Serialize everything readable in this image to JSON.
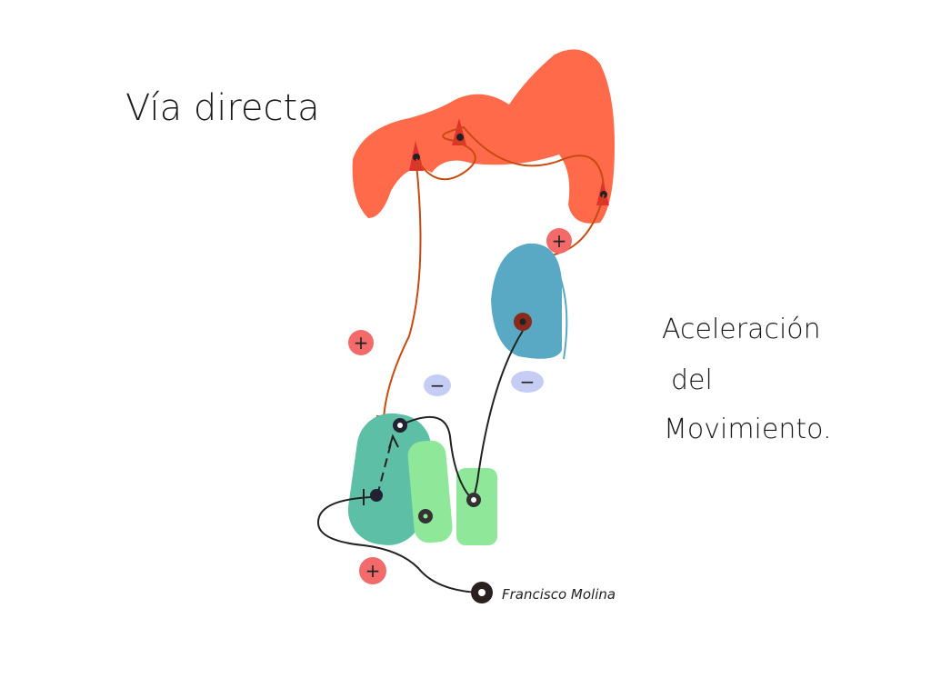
{
  "title": "Vía directa",
  "side_label": {
    "line1": "Aceleración",
    "line2": "del",
    "line3": "Movimiento."
  },
  "signature": "Francisco Molina",
  "signs": {
    "plus": "+",
    "minus": "−"
  },
  "colors": {
    "cortex": "#ff6b4a",
    "thalamus": "#5aa9c4",
    "striatum": "#5dbfa6",
    "gpi": "#8fe89a",
    "axon": "#c94a10",
    "plus_badge": "#f26a6a",
    "minus_badge": "#c5cdf5"
  }
}
